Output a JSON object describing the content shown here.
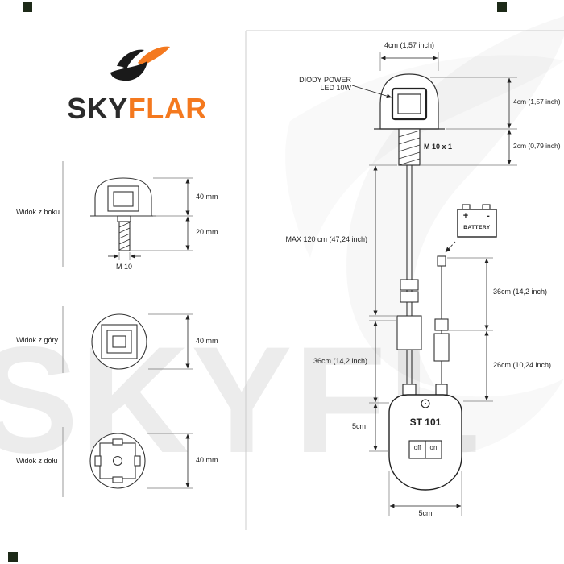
{
  "watermark": "SKYFL",
  "logo": {
    "sky": "SKY",
    "flar": "FLAR"
  },
  "colors": {
    "accent": "#f4791f",
    "ink": "#222222",
    "line": "#333333"
  },
  "views": {
    "side": {
      "label": "Widok z boku",
      "dim_head": "40 mm",
      "dim_stem": "20 mm",
      "thread": "M 10"
    },
    "top": {
      "label": "Widok z góry",
      "dim": "40 mm"
    },
    "bottom": {
      "label": "Widok z dołu",
      "dim": "40 mm"
    }
  },
  "diagram": {
    "head_width": "4cm (1,57 inch)",
    "led_line1": "DIODY POWER",
    "led_line2": "LED 10W",
    "head_height": "4cm (1,57 inch)",
    "thread_height": "2cm (0,79 inch)",
    "thread": "M 10 x 1",
    "cable_max": "MAX 120 cm (47,24 inch)",
    "battery": {
      "plus": "+",
      "minus": "-",
      "label": "BATTERY"
    },
    "battery_cable": "36cm (14,2 inch)",
    "lower_cable": "26cm (10,24 inch)",
    "left_cable": "36cm (14,2 inch)",
    "box_upper": "5cm",
    "box_name": "ST 101",
    "switch": {
      "off": "off",
      "on": "on"
    },
    "box_width": "5cm"
  }
}
